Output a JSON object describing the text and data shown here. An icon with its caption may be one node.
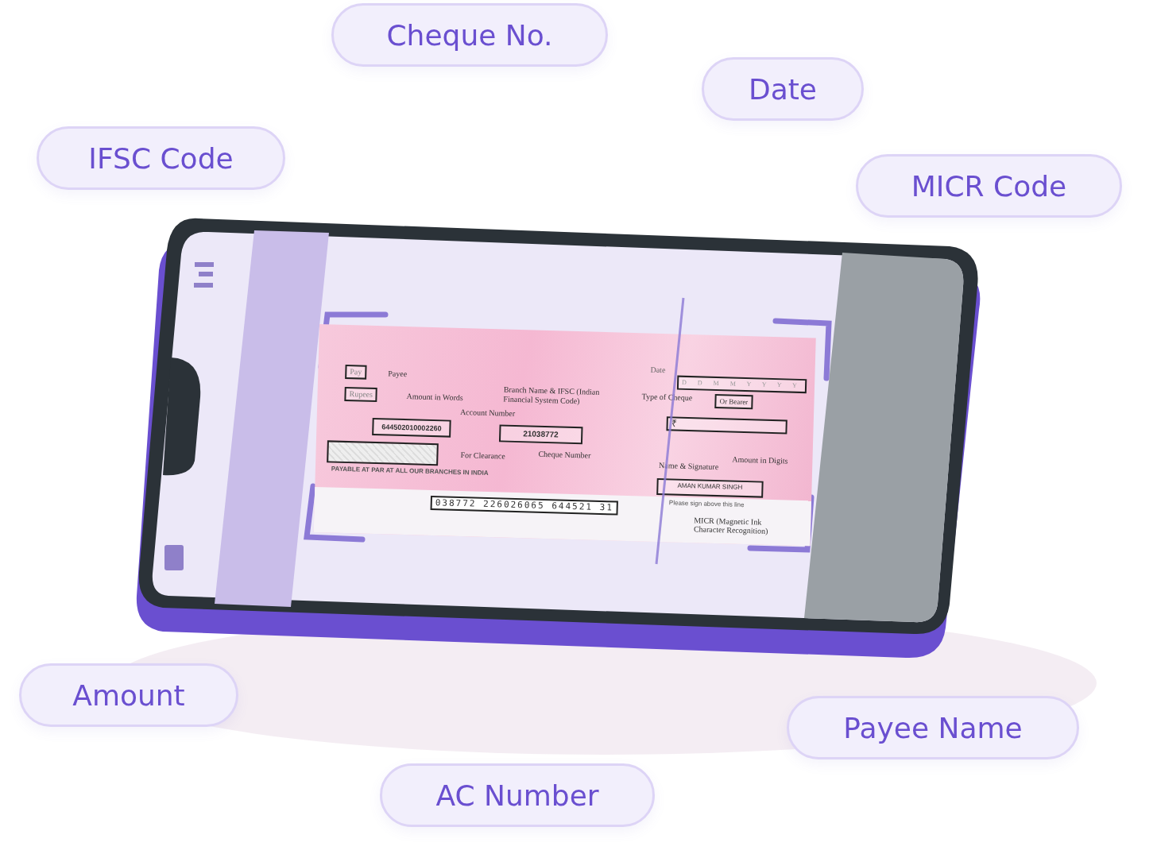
{
  "diagram": {
    "nodes": [
      {
        "text": [
          "Cheque No."
        ]
      },
      {
        "text": [
          "Date"
        ]
      },
      {
        "text": [
          "IFSC Code"
        ]
      },
      {
        "text": [
          "MICR Code"
        ]
      },
      {
        "text": [
          "Amount"
        ]
      },
      {
        "text": [
          "Payee Name"
        ]
      },
      {
        "text": [
          "AC Number"
        ]
      },
      {
        "text": [],
        "shape": "box"
      }
    ],
    "labels": [
      "Pay",
      "Payee",
      "Rupees",
      "Amount in Words",
      "Branch Name & IFSC (Indian Financial System Code)",
      "Date",
      "D D M M Y Y Y Y",
      "Type of Cheque",
      "Or Bearer",
      "Account Number",
      "644502010002260",
      "21038772",
      "₹",
      "Cheque Number",
      "For Clearance",
      "Amount in Digits",
      "Name & Signature",
      "PAYABLE AT PAR AT ALL OUR BRANCHES IN INDIA",
      "AMAN KUMAR SINGH",
      "Please sign above this line",
      "038772 226026065 644521 31",
      "MICR (Magnetic Ink Character Recognition)"
    ]
  }
}
